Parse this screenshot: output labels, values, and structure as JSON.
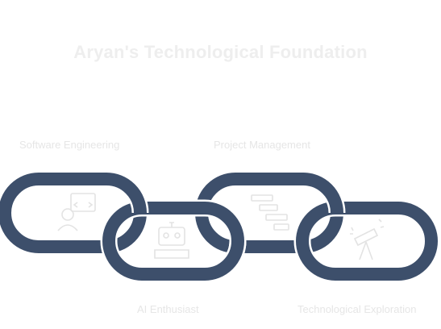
{
  "title": "Aryan's Technological Foundation",
  "links": [
    {
      "label": "Software Engineering",
      "icon": "software-engineer-icon"
    },
    {
      "label": "AI Enthusiast",
      "icon": "robot-icon"
    },
    {
      "label": "Project Management",
      "icon": "gantt-chart-icon"
    },
    {
      "label": "Technological Exploration",
      "icon": "telescope-icon"
    }
  ],
  "colors": {
    "chain": "#3d4f6b",
    "chain_edge": "#ffffff",
    "title": "#eeeeee",
    "label": "#e6e6e6",
    "icon": "#e3e3e3"
  }
}
